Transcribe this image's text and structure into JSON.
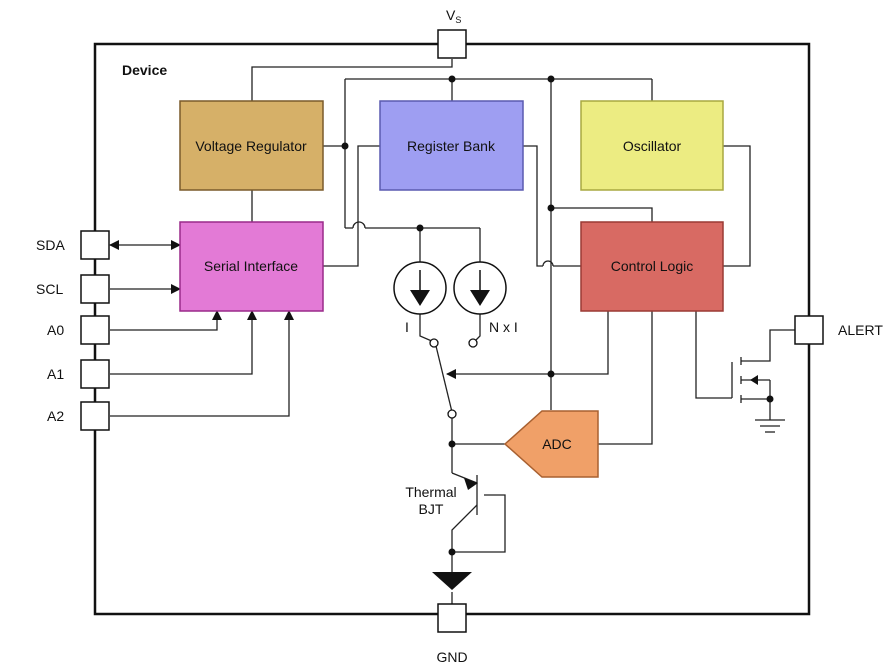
{
  "device_label": "Device",
  "colors": {
    "voltage_regulator": "#d6b068",
    "register_bank": "#9e9ef2",
    "oscillator": "#ecec82",
    "serial_interface": "#e37ad6",
    "control_logic": "#d86a63",
    "adc": "#f0a068"
  },
  "blocks": {
    "voltage_regulator": "Voltage Regulator",
    "register_bank": "Register Bank",
    "oscillator": "Oscillator",
    "serial_interface": "Serial Interface",
    "control_logic": "Control Logic",
    "adc": "ADC"
  },
  "pins": {
    "vs_main": "V",
    "vs_sub": "S",
    "gnd": "GND",
    "sda": "SDA",
    "scl": "SCL",
    "a0": "A0",
    "a1": "A1",
    "a2": "A2",
    "alert": "ALERT"
  },
  "current_sources": {
    "i_label": "I",
    "nxi_label": "N x I"
  },
  "thermal": {
    "line1": "Thermal",
    "line2": "BJT"
  }
}
